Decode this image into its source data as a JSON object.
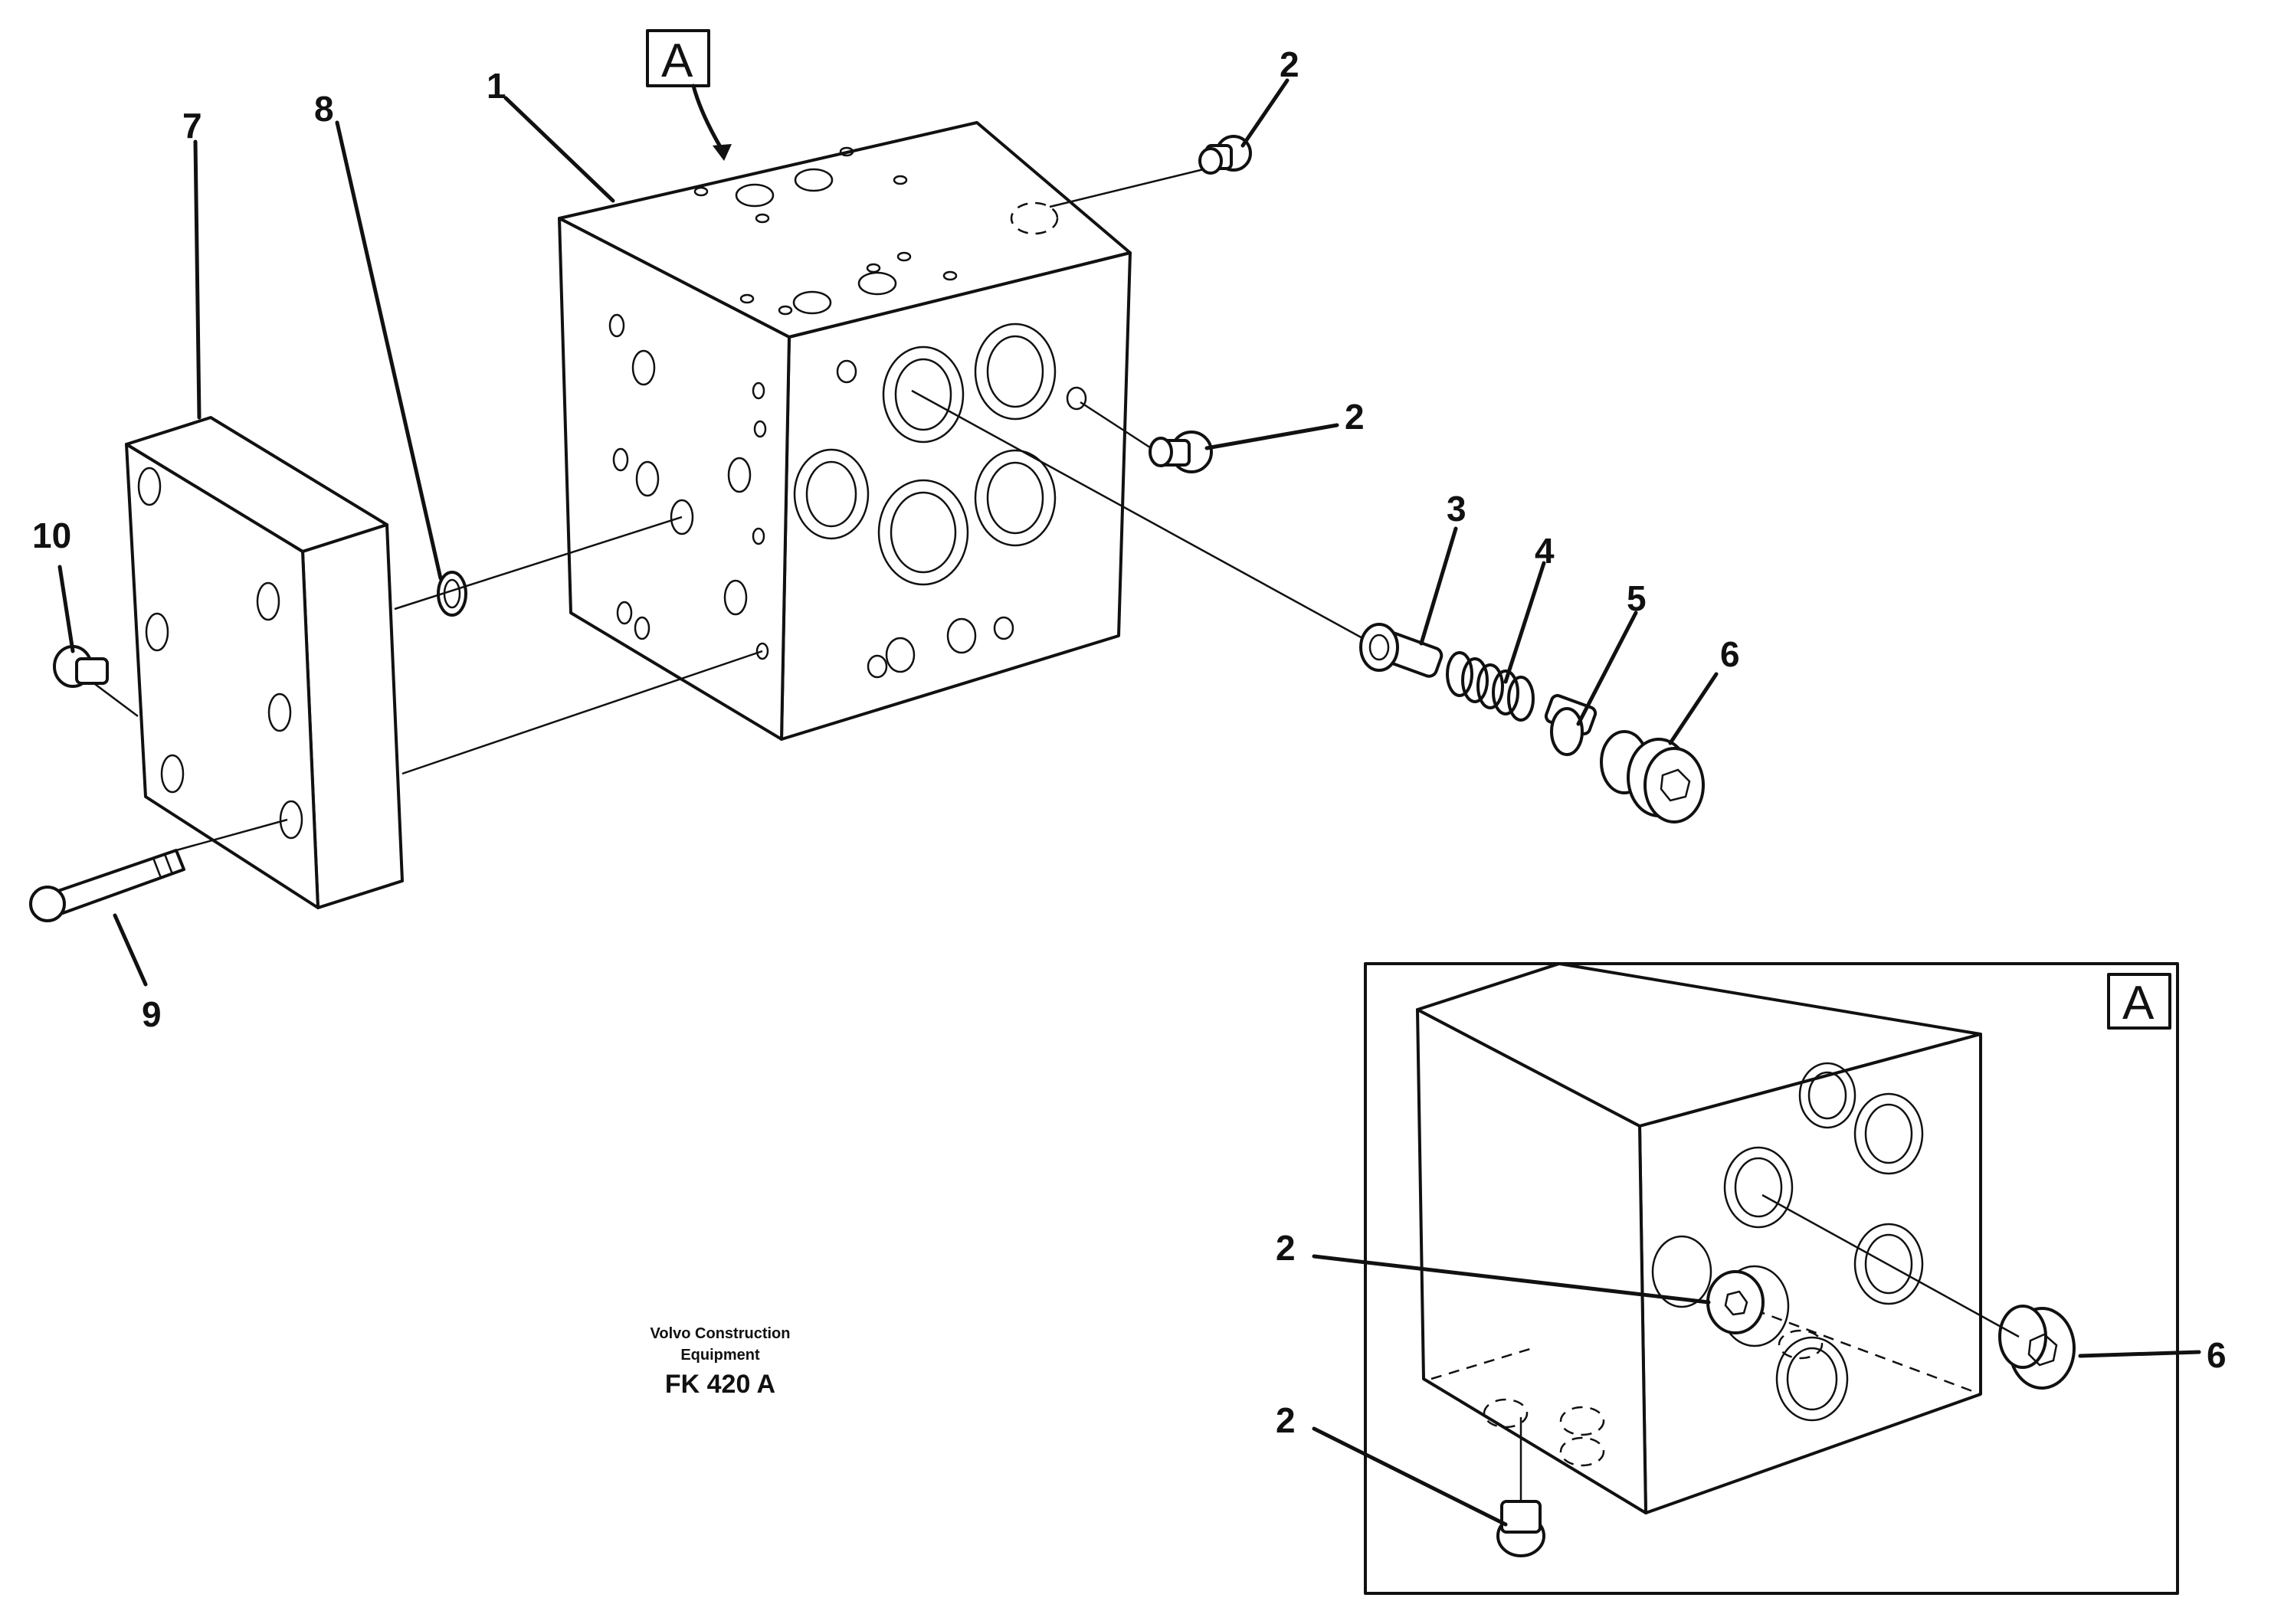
{
  "detail_label": "A",
  "callouts": {
    "c1": "1",
    "c2a": "2",
    "c2b": "2",
    "c3": "3",
    "c4": "4",
    "c5": "5",
    "c6": "6",
    "c7": "7",
    "c8": "8",
    "c9": "9",
    "c10": "10",
    "inset_c2a": "2",
    "inset_c2b": "2",
    "inset_c6": "6"
  },
  "footer": {
    "line1": "Volvo Construction",
    "line2": "Equipment",
    "code": "FK 420 A"
  }
}
